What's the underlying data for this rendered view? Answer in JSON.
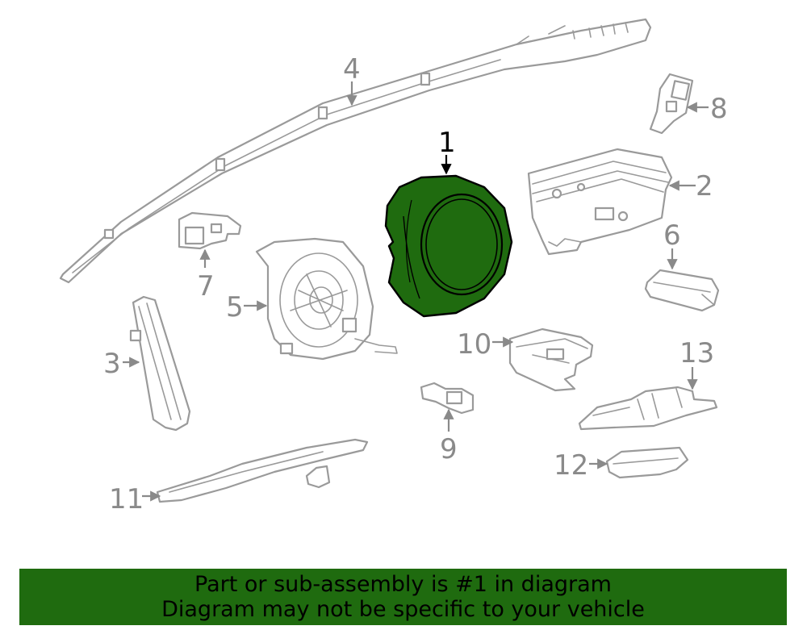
{
  "callouts": {
    "c1": "1",
    "c2": "2",
    "c3": "3",
    "c4": "4",
    "c5": "5",
    "c6": "6",
    "c7": "7",
    "c8": "8",
    "c9": "9",
    "c10": "10",
    "c11": "11",
    "c12": "12",
    "c13": "13"
  },
  "banner": {
    "line1": "Part or sub-assembly is #1 in diagram",
    "line2": "Diagram may not be specific to your vehicle"
  },
  "colors": {
    "highlight_fill": "#1f6b0f",
    "part_stroke": "#9a9a9a",
    "callout_gray": "#8a8a8a",
    "banner_bg": "#1f6b0f"
  }
}
